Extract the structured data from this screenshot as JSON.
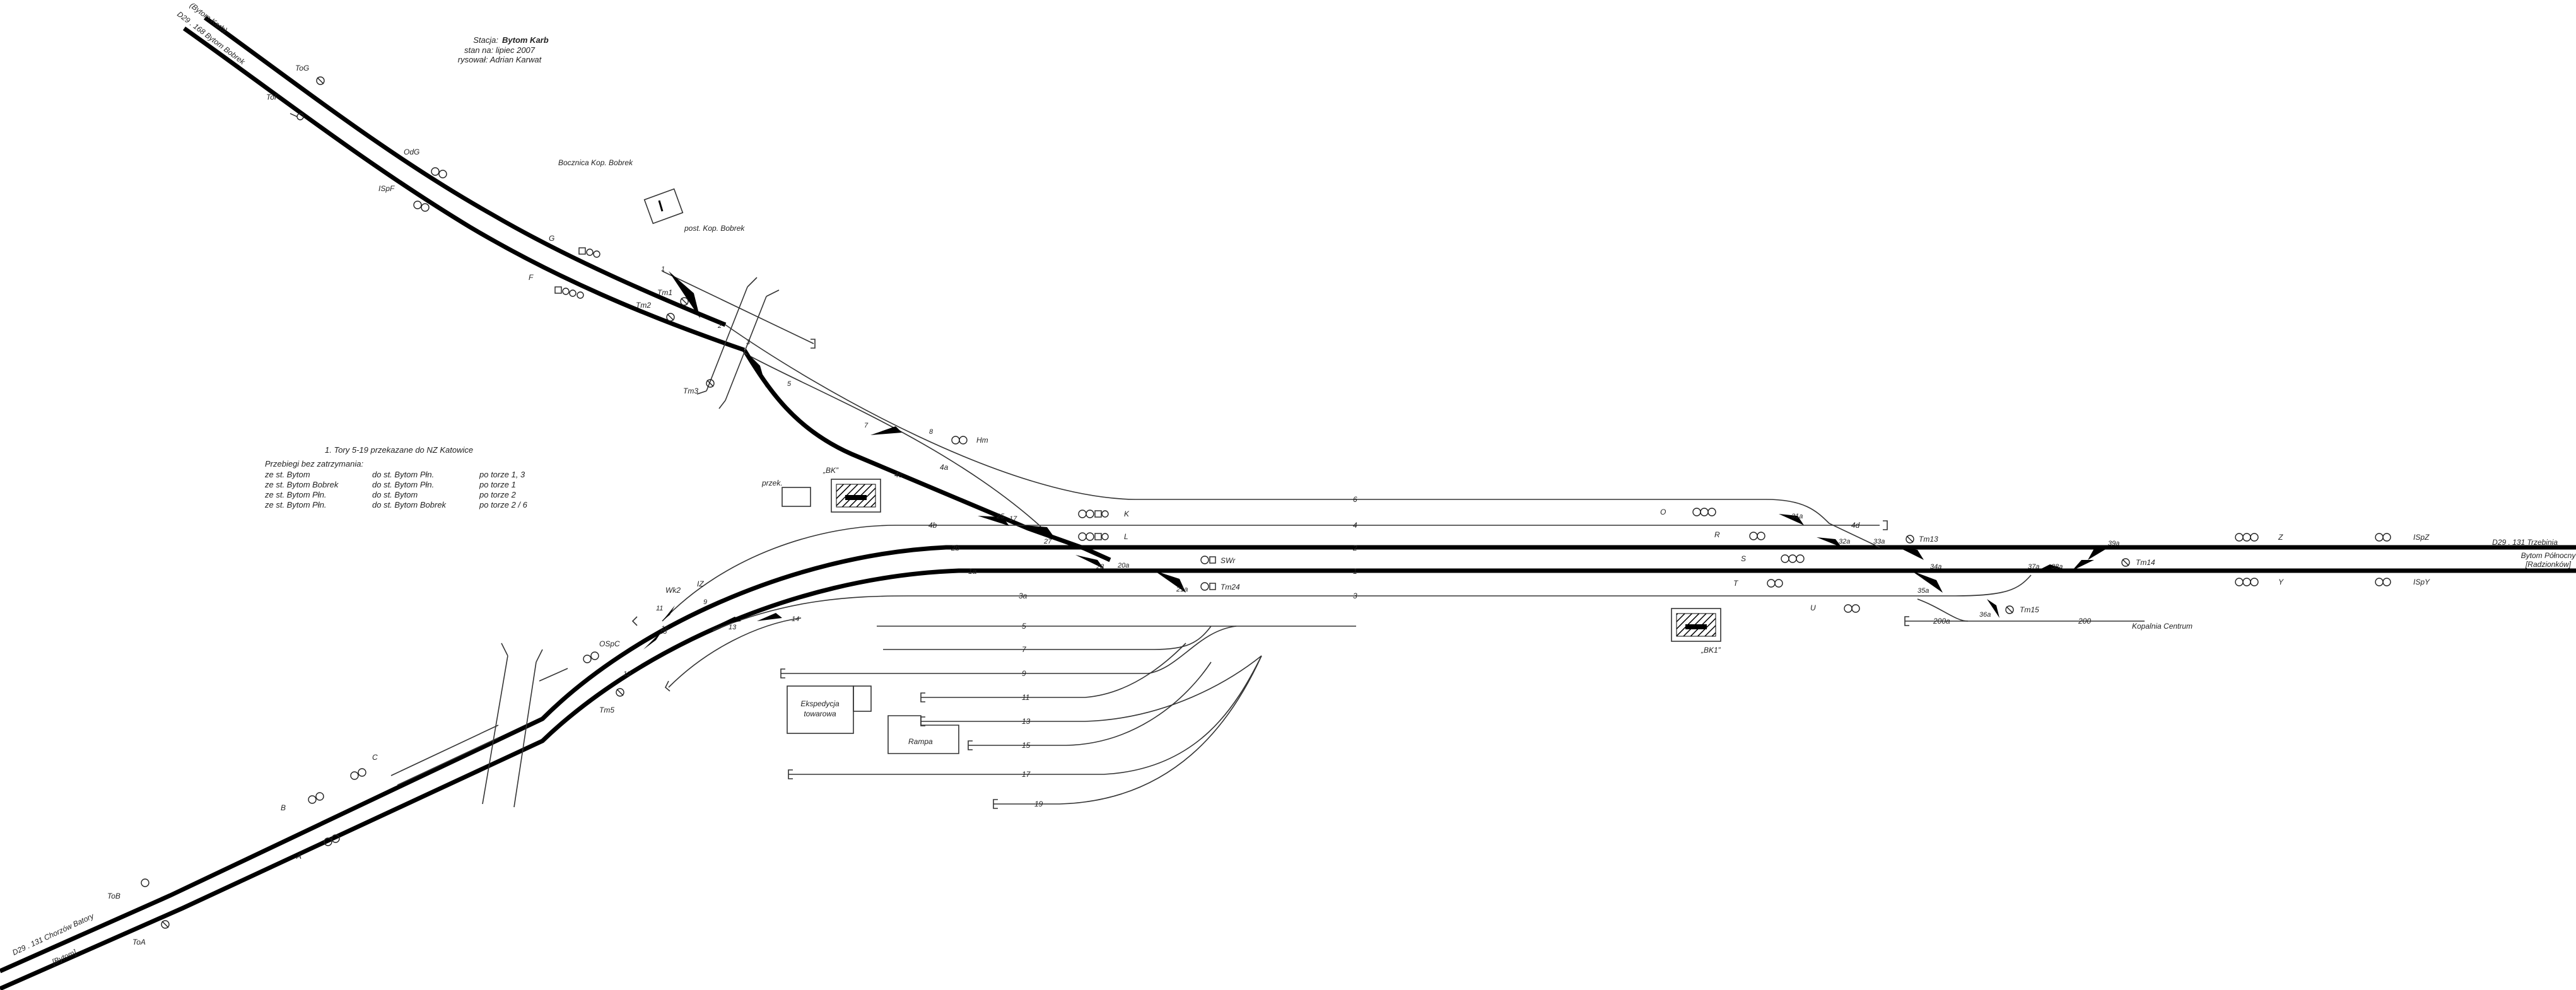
{
  "header": {
    "station_prefix": "Stacja:",
    "station_name": "Bytom Karb",
    "state": "stan na: lipiec 2007",
    "author": "rysował: Adrian Karwat"
  },
  "notes": {
    "line1": "1. Tory 5-19 przekazane do NZ Katowice",
    "routes_title": "Przebiegi bez zatrzymania:",
    "routes": [
      {
        "from": "ze st. Bytom",
        "to": "do st. Bytom Płn.",
        "track": "po torze 1, 3"
      },
      {
        "from": "ze st. Bytom Bobrek",
        "to": "do st. Bytom Płn.",
        "track": "po torze 1"
      },
      {
        "from": "ze st. Bytom Płn.",
        "to": "do st. Bytom",
        "track": "po torze 2"
      },
      {
        "from": "ze st. Bytom Płn.",
        "to": "do st. Bytom Bobrek",
        "track": "po torze 2 / 6"
      }
    ]
  },
  "places": {
    "bocznica": "Bocznica Kop. Bobrek",
    "post_bobrek": "post. Kop. Bobrek",
    "bk": "„BK”",
    "bk1": "„BK1”",
    "przek": "przek.",
    "ekspedycja": [
      "Ekspedycja",
      "towarowa"
    ],
    "rampa": "Rampa",
    "kopalnia": "Kopalnia Centrum"
  },
  "directions": {
    "nw": [
      "D29 . 168 Bytom Bobrek",
      "(Bytom Karb)"
    ],
    "sw": [
      "D29 . 131 Chorzów Batory",
      "[Bytom]"
    ],
    "east": [
      "D29 . 131 Trzebinia",
      "Bytom Północny",
      "[Radzionków]"
    ]
  },
  "tracks": [
    "6",
    "4d",
    "4",
    "2",
    "1",
    "3",
    "5",
    "7",
    "9",
    "11",
    "13",
    "15",
    "17",
    "19",
    "4b",
    "2b",
    "1a",
    "3a",
    "200",
    "200a",
    "4c",
    "4a"
  ],
  "switch_labels": [
    "1",
    "2",
    "3",
    "5",
    "7",
    "8",
    "9",
    "11",
    "12",
    "13",
    "14",
    "15",
    "16",
    "17",
    "25",
    "27",
    "28",
    "20a",
    "21a",
    "31a",
    "32a",
    "33a",
    "34a",
    "35a",
    "36a",
    "37a",
    "38a",
    "39a"
  ],
  "signals": [
    "ToG",
    "ToF",
    "OdG",
    "ISpF",
    "G",
    "F",
    "Tm1",
    "Tm2",
    "Tm3",
    "Hm",
    "K",
    "L",
    "SWr",
    "Tm24",
    "Wk2",
    "IZ",
    "OSpC",
    "Tm5",
    "C",
    "B",
    "A",
    "ToB",
    "ToA",
    "O",
    "R",
    "S",
    "T",
    "U",
    "Tm13",
    "Tm14",
    "Tm15",
    "Z",
    "Y",
    "ISpZ",
    "ISpY"
  ],
  "legend_icons": [
    "switch-triangle-icon",
    "signal-head-icon",
    "shunting-signal-icon",
    "track-buffer-icon",
    "signal-box-icon"
  ],
  "colors": {
    "track": "#000000",
    "line": "#333333",
    "hatch": "#000000"
  }
}
